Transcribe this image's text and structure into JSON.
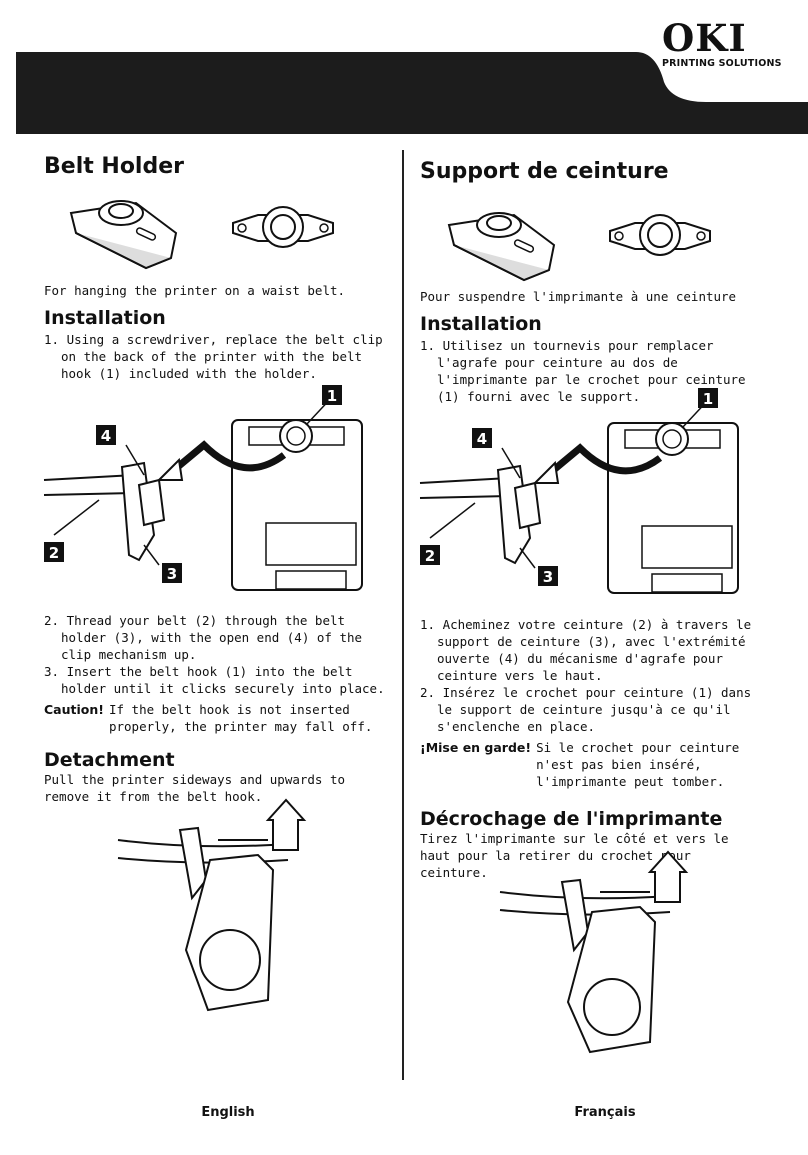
{
  "header": {
    "brand": "OKI",
    "brand_sub": "PRINTING SOLUTIONS"
  },
  "english": {
    "title": "Belt Holder",
    "intro": "For hanging the printer on a waist belt.",
    "installation_heading": "Installation",
    "step1": "1. Using a screwdriver, replace the belt clip on the back of the printer with the belt hook (1) included with the holder.",
    "step2": "2. Thread your belt (2) through the belt holder (3), with the open end (4) of the clip mechanism up.",
    "step3": "3. Insert the belt hook (1) into the belt holder until it clicks securely into place.",
    "caution_label": "Caution!",
    "caution_text": "If the belt hook is not inserted properly, the printer may fall off.",
    "detachment_heading": "Detachment",
    "detachment_text": "Pull the printer sideways and upwards to remove it from the belt hook.",
    "footer": "English"
  },
  "french": {
    "title": "Support de ceinture",
    "intro": "Pour suspendre l'imprimante à une ceinture",
    "installation_heading": "Installation",
    "step1": "1. Utilisez un tournevis pour remplacer l'agrafe pour ceinture au dos de l'imprimante par le crochet pour ceinture (1) fourni avec le support.",
    "step2": "1. Acheminez votre ceinture (2) à travers le support de ceinture (3), avec l'extrémité ouverte (4) du mécanisme d'agrafe pour ceinture vers le haut.",
    "step3": "2. Insérez le crochet pour ceinture (1) dans le support de ceinture jusqu'à ce qu'il s'enclenche en place.",
    "caution_label": "¡Mise en garde!",
    "caution_text": "Si le crochet pour ceinture n'est pas bien inséré, l'imprimante peut tomber.",
    "detachment_heading": "Décrochage de l'imprimante",
    "detachment_text": "Tirez l'imprimante sur le côté et vers le haut pour la retirer du crochet pour ceinture.",
    "footer": "Français"
  },
  "callouts": [
    "1",
    "2",
    "3",
    "4"
  ]
}
